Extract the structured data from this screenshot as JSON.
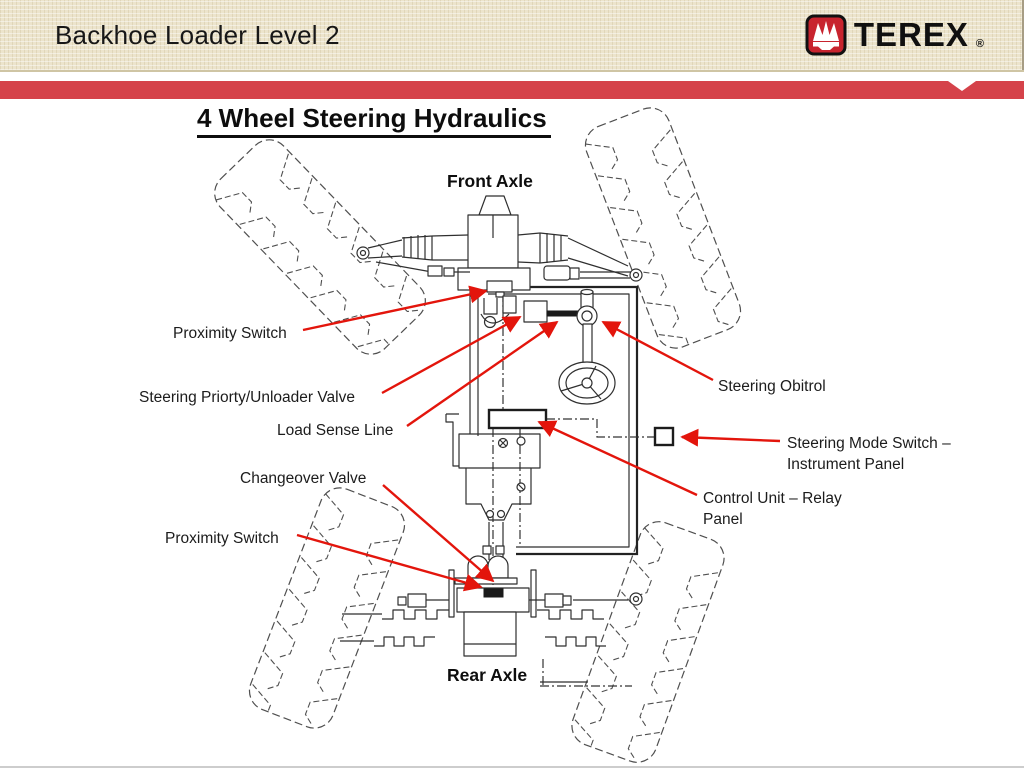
{
  "header": {
    "title": "Backhoe Loader Level 2",
    "brand": "TEREX",
    "brand_reg": "®"
  },
  "slide": {
    "title": "4 Wheel Steering Hydraulics",
    "labels": {
      "front_axle": "Front Axle",
      "rear_axle": "Rear Axle",
      "proximity_switch_front": "Proximity Switch",
      "steering_priority_valve": "Steering Priorty/Unloader Valve",
      "load_sense_line": "Load Sense Line",
      "changeover_valve": "Changeover Valve",
      "proximity_switch_rear": "Proximity Switch",
      "steering_obitrol": "Steering Obitrol",
      "steering_mode_switch_line1": "Steering Mode Switch –",
      "steering_mode_switch_line2": "Instrument Panel",
      "control_unit_line1": "Control Unit – Relay",
      "control_unit_line2": "Panel"
    }
  },
  "icons": {
    "brand_mark": "terex-crown-icon"
  },
  "colors": {
    "accent_red": "#d5424a",
    "arrow_red": "#e3150c",
    "header_beige": "#ece4cc",
    "logo_red": "#c8242e",
    "line_dark": "#2f2f2f"
  }
}
